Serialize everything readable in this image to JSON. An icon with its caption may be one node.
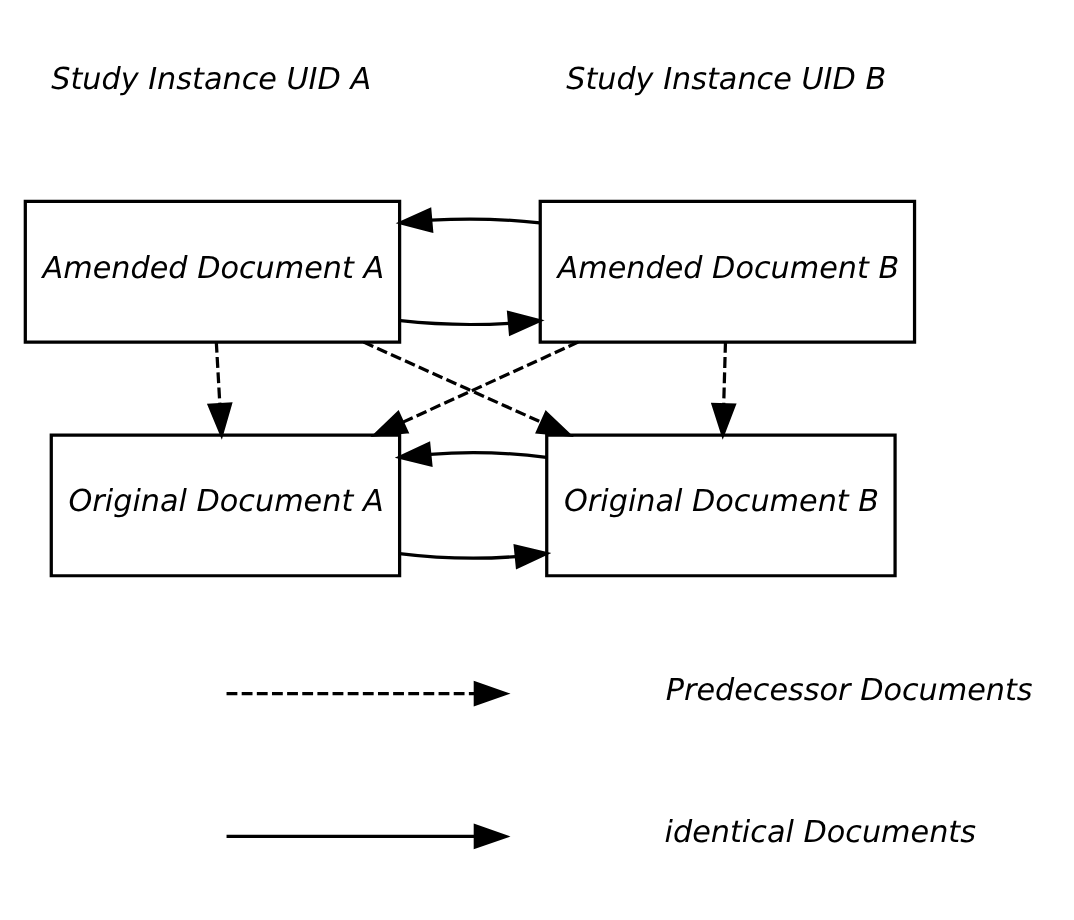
{
  "diagram": {
    "nodes": [
      {
        "text": [
          "Amended Document A"
        ],
        "beside": [
          "Study Instance UID A"
        ]
      },
      {
        "text": [
          "Amended Document B"
        ],
        "beside": [
          "Study Instance UID B"
        ]
      },
      {
        "text": [
          "Original Document A"
        ]
      },
      {
        "text": [
          "Original Document B"
        ]
      }
    ],
    "edges": [
      {
        "from": 0,
        "to": 1,
        "arrow": "to"
      },
      {
        "from": 1,
        "to": 0,
        "arrow": "to"
      },
      {
        "from": 0,
        "to": 2,
        "arrow": "to",
        "style": "dashed"
      },
      {
        "from": 0,
        "to": 3,
        "arrow": "to",
        "style": "dashed"
      },
      {
        "from": 1,
        "to": 2,
        "arrow": "to",
        "style": "dashed"
      },
      {
        "from": 1,
        "to": 3,
        "arrow": "to",
        "style": "dashed"
      },
      {
        "from": 2,
        "to": 3,
        "arrow": "to"
      },
      {
        "from": 3,
        "to": 2,
        "arrow": "to"
      }
    ],
    "legend": [
      {
        "text": "Predecessor Documents"
      },
      {
        "text": "identical Documents"
      }
    ]
  }
}
